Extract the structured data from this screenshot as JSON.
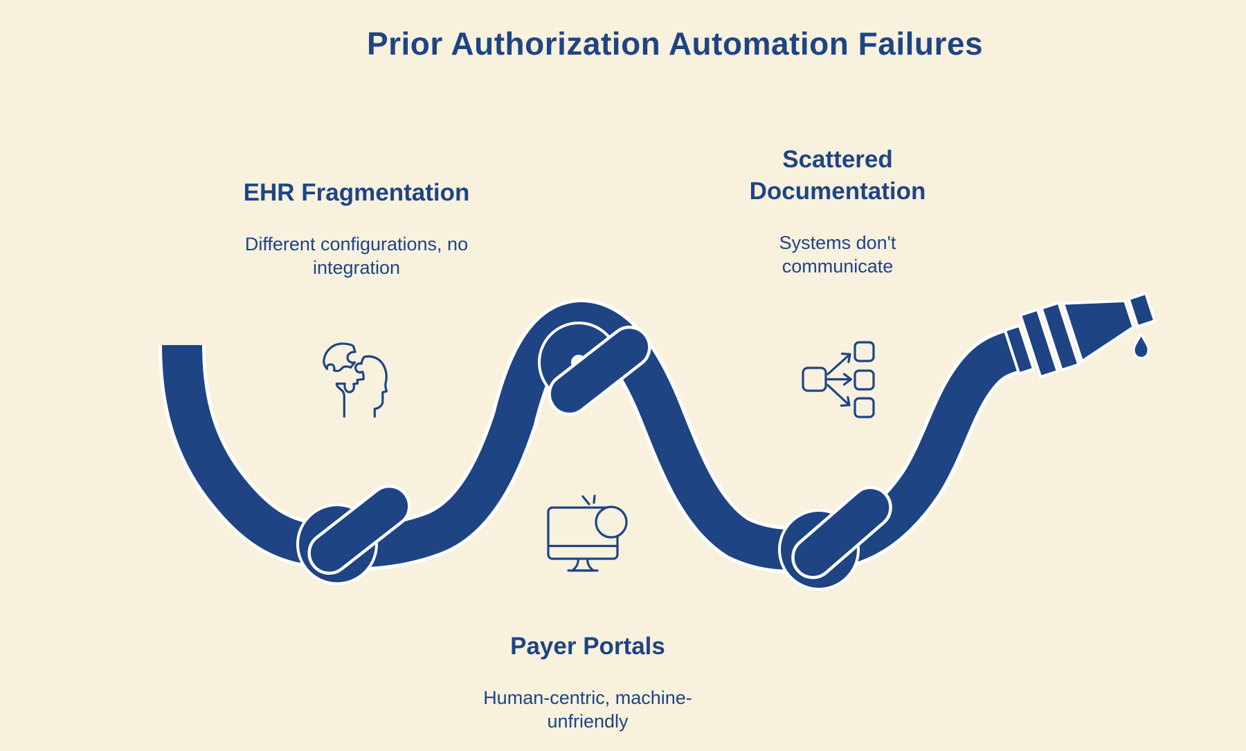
{
  "title": "Prior Authorization Automation Failures",
  "colors": {
    "background": "#f7f1de",
    "navy": "#1e4484",
    "outline": "#ffffff"
  },
  "sections": [
    {
      "id": "ehr-fragmentation",
      "heading_lines": [
        "EHR Fragmentation"
      ],
      "description_lines": [
        "Different configurations, no",
        "integration"
      ],
      "icon": "fragmented-head-icon"
    },
    {
      "id": "scattered-documentation",
      "heading_lines": [
        "Scattered",
        "Documentation"
      ],
      "description_lines": [
        "Systems don't",
        "communicate"
      ],
      "icon": "scatter-distribution-icon"
    },
    {
      "id": "payer-portals",
      "heading_lines": [
        "Payer Portals"
      ],
      "description_lines": [
        "Human-centric, machine-",
        "unfriendly"
      ],
      "icon": "monitor-alert-icon"
    }
  ],
  "illustration": {
    "subject": "knotted hose ending in a dripping nozzle",
    "knot_count": 3
  }
}
